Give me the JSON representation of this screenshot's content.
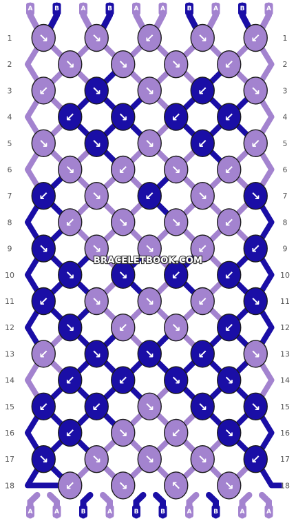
{
  "watermark": "BRACELETBOOK.COM",
  "colors": {
    "A": "#a383cf",
    "B": "#1a0ea6",
    "outline": "#1b1b1b",
    "arrow": "#ffffff"
  },
  "strands_top": [
    "A",
    "B",
    "A",
    "B",
    "A",
    "A",
    "B",
    "A",
    "B",
    "A"
  ],
  "strands_bottom": [
    "A",
    "A",
    "B",
    "A",
    "B",
    "B",
    "A",
    "B",
    "A",
    "A"
  ],
  "rows": [
    {
      "label": "1",
      "knots": [
        {
          "c": "A",
          "d": "↘"
        },
        {
          "c": "A",
          "d": "↘"
        },
        {
          "c": "A",
          "d": "↙"
        },
        {
          "c": "A",
          "d": "↘"
        },
        {
          "c": "A",
          "d": "↙"
        }
      ]
    },
    {
      "label": "2",
      "knots": [
        {
          "c": "A",
          "d": "↘"
        },
        {
          "c": "A",
          "d": "↘"
        },
        {
          "c": "A",
          "d": "↘"
        },
        {
          "c": "A",
          "d": "↙"
        }
      ]
    },
    {
      "label": "3",
      "knots": [
        {
          "c": "A",
          "d": "↙"
        },
        {
          "c": "B",
          "d": "↘"
        },
        {
          "c": "A",
          "d": "↘"
        },
        {
          "c": "B",
          "d": "↙"
        },
        {
          "c": "A",
          "d": "↘"
        }
      ]
    },
    {
      "label": "4",
      "knots": [
        {
          "c": "B",
          "d": "↙"
        },
        {
          "c": "B",
          "d": "↘"
        },
        {
          "c": "B",
          "d": "↙"
        },
        {
          "c": "B",
          "d": "↙"
        }
      ]
    },
    {
      "label": "5",
      "knots": [
        {
          "c": "A",
          "d": "↘"
        },
        {
          "c": "B",
          "d": "↘"
        },
        {
          "c": "A",
          "d": "↘"
        },
        {
          "c": "B",
          "d": "↙"
        },
        {
          "c": "A",
          "d": "↙"
        }
      ]
    },
    {
      "label": "6",
      "knots": [
        {
          "c": "A",
          "d": "↘"
        },
        {
          "c": "A",
          "d": "↙"
        },
        {
          "c": "A",
          "d": "↘"
        },
        {
          "c": "A",
          "d": "↙"
        }
      ]
    },
    {
      "label": "7",
      "knots": [
        {
          "c": "B",
          "d": "↙"
        },
        {
          "c": "A",
          "d": "↘"
        },
        {
          "c": "B",
          "d": "↙"
        },
        {
          "c": "A",
          "d": "↘"
        },
        {
          "c": "B",
          "d": "↘"
        }
      ]
    },
    {
      "label": "8",
      "knots": [
        {
          "c": "A",
          "d": "↙"
        },
        {
          "c": "A",
          "d": "↘"
        },
        {
          "c": "A",
          "d": "↘"
        },
        {
          "c": "A",
          "d": "↙"
        }
      ]
    },
    {
      "label": "9",
      "knots": [
        {
          "c": "B",
          "d": "↘"
        },
        {
          "c": "A",
          "d": "↘"
        },
        {
          "c": "A",
          "d": "↘"
        },
        {
          "c": "A",
          "d": "↙"
        },
        {
          "c": "B",
          "d": "↙"
        }
      ]
    },
    {
      "label": "10",
      "knots": [
        {
          "c": "B",
          "d": "↘"
        },
        {
          "c": "B",
          "d": "↘"
        },
        {
          "c": "B",
          "d": "↙"
        },
        {
          "c": "B",
          "d": "↙"
        }
      ]
    },
    {
      "label": "11",
      "knots": [
        {
          "c": "B",
          "d": "↙"
        },
        {
          "c": "A",
          "d": "↘"
        },
        {
          "c": "A",
          "d": "↘"
        },
        {
          "c": "A",
          "d": "↙"
        },
        {
          "c": "B",
          "d": "↘"
        }
      ]
    },
    {
      "label": "12",
      "knots": [
        {
          "c": "B",
          "d": "↘"
        },
        {
          "c": "A",
          "d": "↙"
        },
        {
          "c": "A",
          "d": "↘"
        },
        {
          "c": "B",
          "d": "↙"
        }
      ]
    },
    {
      "label": "13",
      "knots": [
        {
          "c": "A",
          "d": "↙"
        },
        {
          "c": "B",
          "d": "↘"
        },
        {
          "c": "B",
          "d": "↘"
        },
        {
          "c": "B",
          "d": "↙"
        },
        {
          "c": "A",
          "d": "↘"
        }
      ]
    },
    {
      "label": "14",
      "knots": [
        {
          "c": "B",
          "d": "↙"
        },
        {
          "c": "B",
          "d": "↙"
        },
        {
          "c": "B",
          "d": "↘"
        },
        {
          "c": "B",
          "d": "↘"
        }
      ]
    },
    {
      "label": "15",
      "knots": [
        {
          "c": "B",
          "d": "↙"
        },
        {
          "c": "B",
          "d": "↙"
        },
        {
          "c": "A",
          "d": "↘"
        },
        {
          "c": "B",
          "d": "↘"
        },
        {
          "c": "B",
          "d": "↘"
        }
      ]
    },
    {
      "label": "16",
      "knots": [
        {
          "c": "B",
          "d": "↙"
        },
        {
          "c": "A",
          "d": "↘"
        },
        {
          "c": "A",
          "d": "↙"
        },
        {
          "c": "B",
          "d": "↘"
        }
      ]
    },
    {
      "label": "17",
      "knots": [
        {
          "c": "B",
          "d": "↘"
        },
        {
          "c": "A",
          "d": "↘"
        },
        {
          "c": "A",
          "d": "↘"
        },
        {
          "c": "A",
          "d": "↘"
        },
        {
          "c": "B",
          "d": "↙"
        }
      ]
    },
    {
      "label": "18",
      "knots": [
        {
          "c": "A",
          "d": "↙"
        },
        {
          "c": "A",
          "d": "↘"
        },
        {
          "c": "A",
          "d": "↖"
        },
        {
          "c": "A",
          "d": "↘"
        }
      ]
    }
  ]
}
